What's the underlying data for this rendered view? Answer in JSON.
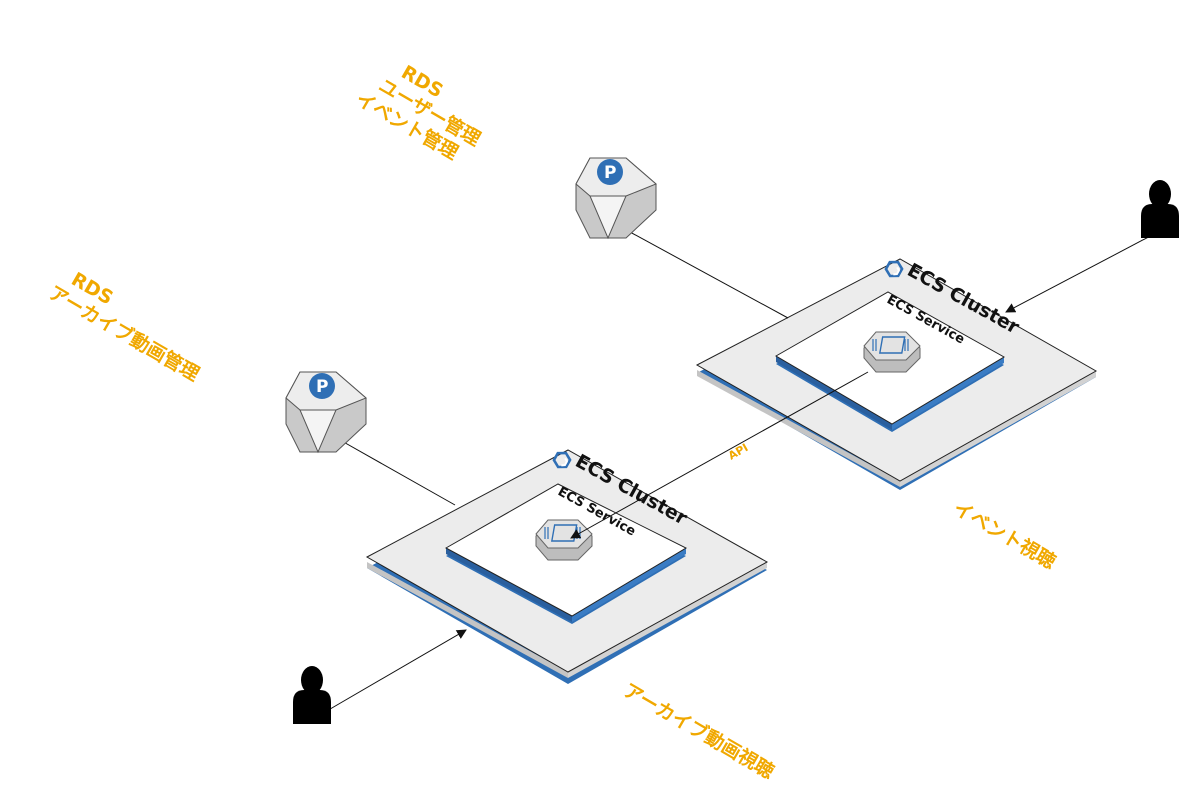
{
  "rds_event": {
    "lines": [
      "RDS",
      "ユーザー管理",
      "イベント管理"
    ]
  },
  "rds_archive": {
    "lines": [
      "RDS",
      "アーカイブ動画管理"
    ]
  },
  "cluster_event": {
    "title": "ECS Cluster",
    "service": "ECS Service"
  },
  "cluster_archive": {
    "title": "ECS Cluster",
    "service": "ECS Service"
  },
  "api_label": "API",
  "event_view_label": "イベント視聴",
  "archive_view_label": "アーカイブ動画視聴",
  "colors": {
    "accent_orange": "#f0a800",
    "aws_blue": "#2f6fb5",
    "platform_gray": "#ececec"
  },
  "icons": {
    "rds": "postgresql-rds-icon",
    "ecs": "ecs-cluster-icon",
    "task": "ecs-task-chip-icon",
    "user": "user-icon"
  }
}
